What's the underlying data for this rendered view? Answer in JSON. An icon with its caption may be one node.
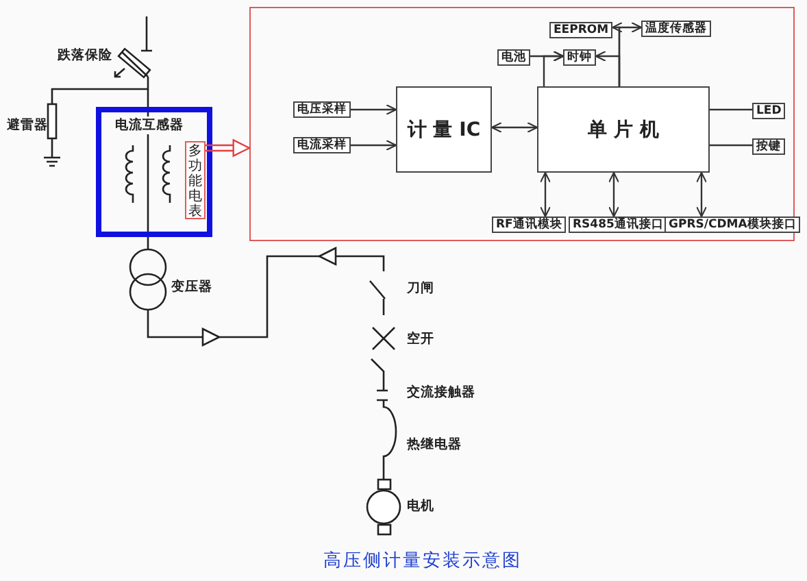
{
  "diagram": {
    "title": "高压侧计量安装示意图",
    "nodes": [
      {
        "text": [
          "电流互感器"
        ]
      },
      {
        "text": [
          "多功能电表"
        ],
        "in": 0
      },
      {
        "text": [],
        "shape": "box"
      },
      {
        "text": [
          "电压采样"
        ],
        "in": 2
      },
      {
        "text": [
          "电流采样"
        ],
        "in": 2
      },
      {
        "text": [
          "计 量 IC"
        ],
        "in": 2
      },
      {
        "text": [
          "单 片 机"
        ],
        "in": 2
      },
      {
        "text": [
          "电池"
        ],
        "in": 2
      },
      {
        "text": [
          "时钟"
        ],
        "in": 2
      },
      {
        "text": [
          "EEPROM"
        ],
        "in": 2
      },
      {
        "text": [
          "温度传感器"
        ],
        "in": 2
      },
      {
        "text": [
          "LED"
        ],
        "in": 2
      },
      {
        "text": [
          "按键"
        ],
        "in": 2
      },
      {
        "text": [
          "RF通讯模块"
        ],
        "in": 2
      },
      {
        "text": [
          "RS485通讯接口"
        ],
        "in": 2
      },
      {
        "text": [
          "GPRS/CDMA模块接口"
        ],
        "in": 2
      }
    ],
    "edges": [
      {
        "from": 1,
        "to": 2,
        "arrow": "to",
        "color": "#e04040"
      },
      {
        "from": 3,
        "to": 5,
        "arrow": "to"
      },
      {
        "from": 4,
        "to": 5,
        "arrow": "to"
      },
      {
        "from": 5,
        "to": 6,
        "arrow": "both"
      },
      {
        "from": 7,
        "to": 8,
        "arrow": "to"
      },
      {
        "from": 6,
        "to": 8,
        "arrow": "to"
      },
      {
        "from": 6,
        "to": 8,
        "arrow": "to"
      },
      {
        "from": 6,
        "to": 9,
        "arrow": "to"
      },
      {
        "from": 6,
        "to": 10,
        "arrow": "to"
      },
      {
        "from": 6,
        "to": 11,
        "arrow": "none"
      },
      {
        "from": 6,
        "to": 12,
        "arrow": "none"
      },
      {
        "from": 6,
        "to": 13,
        "arrow": "both"
      },
      {
        "from": 6,
        "to": 14,
        "arrow": "both"
      },
      {
        "from": 6,
        "to": 15,
        "arrow": "both"
      }
    ],
    "labels": [
      "跌落保险",
      "避雷器",
      "变压器",
      "刀闸",
      "空开",
      "交流接触器",
      "热继电器",
      "电机"
    ]
  }
}
